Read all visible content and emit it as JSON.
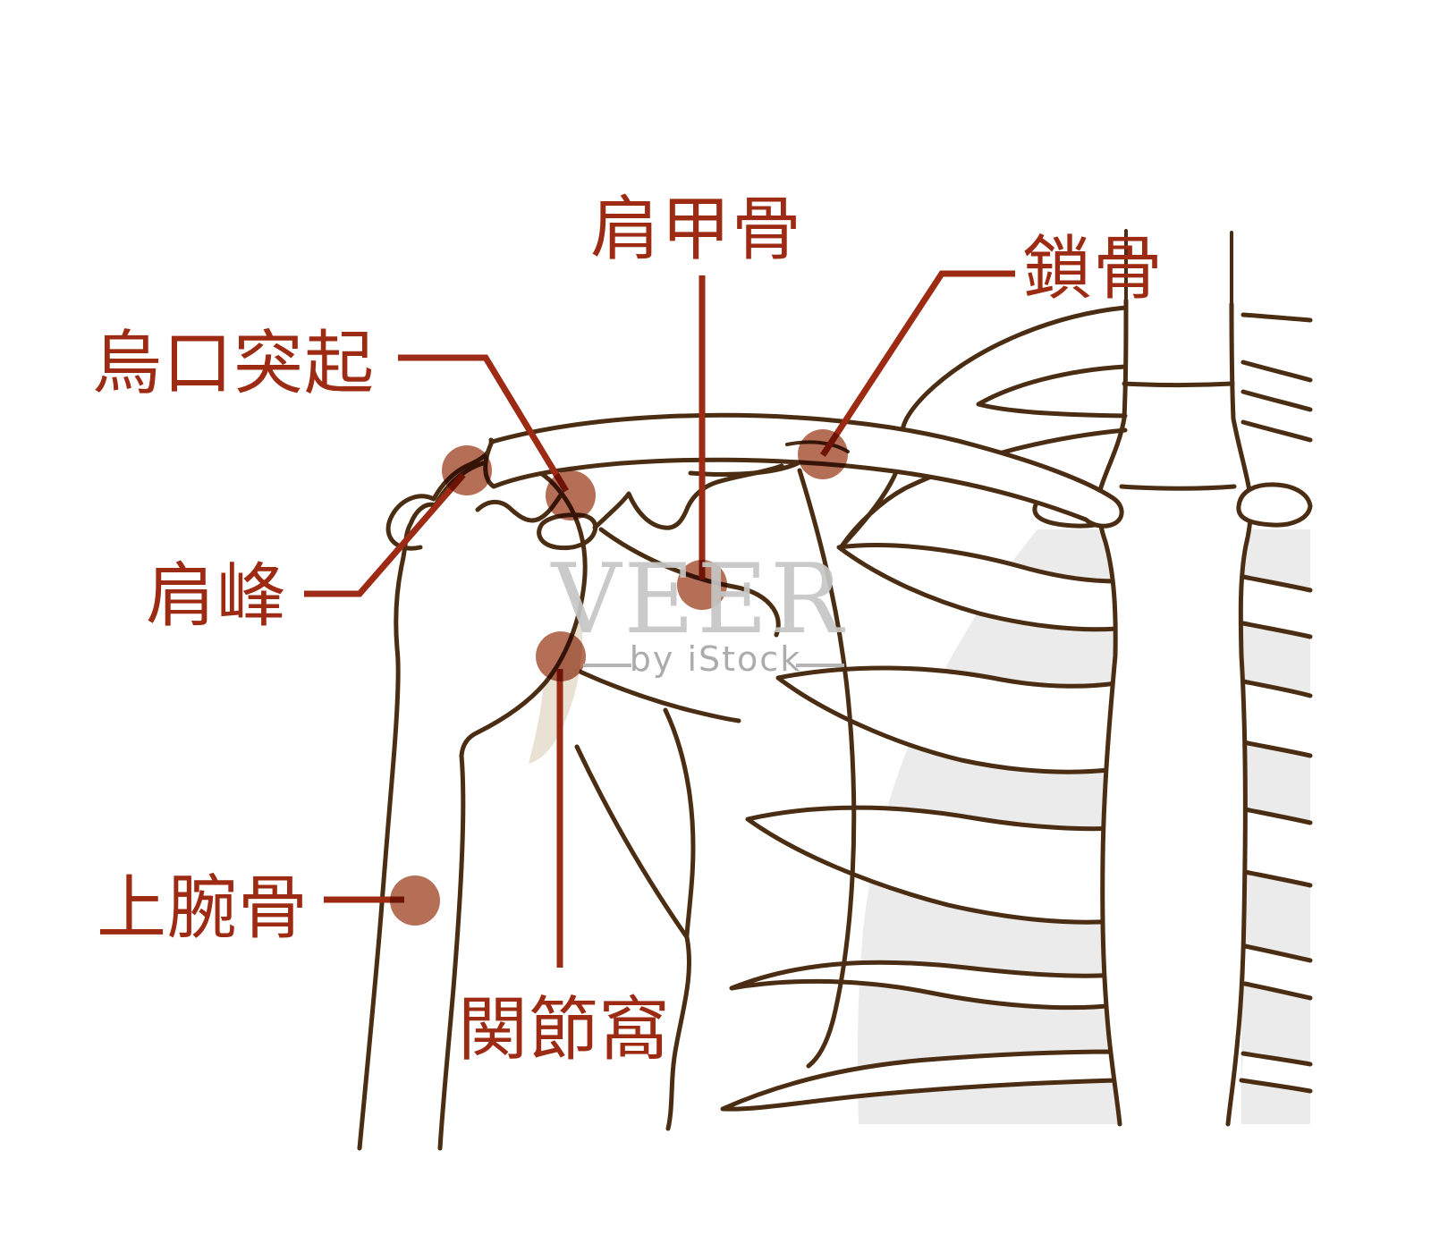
{
  "labels": [
    {
      "id": "scapula",
      "text": "肩甲骨"
    },
    {
      "id": "clavicle",
      "text": "鎖骨"
    },
    {
      "id": "coracoid-process",
      "text": "烏口突起"
    },
    {
      "id": "acromion",
      "text": "肩峰"
    },
    {
      "id": "humerus",
      "text": "上腕骨"
    },
    {
      "id": "glenoid-cavity",
      "text": "関節窩"
    }
  ],
  "watermark": {
    "brand": "VEER",
    "byline": "by iStock"
  },
  "colors": {
    "background": "#ffffff",
    "label": "#9d2a12",
    "leader": "#9d2a12",
    "bone": "#4a2d12",
    "dot": "#b56f57",
    "shade-gray": "#ebebeb",
    "shade-beige": "#eae1d5",
    "watermark": "#c6c6c6",
    "watermark-sub": "#a8a8a8",
    "watermark-dash": "#b5b5b5"
  }
}
